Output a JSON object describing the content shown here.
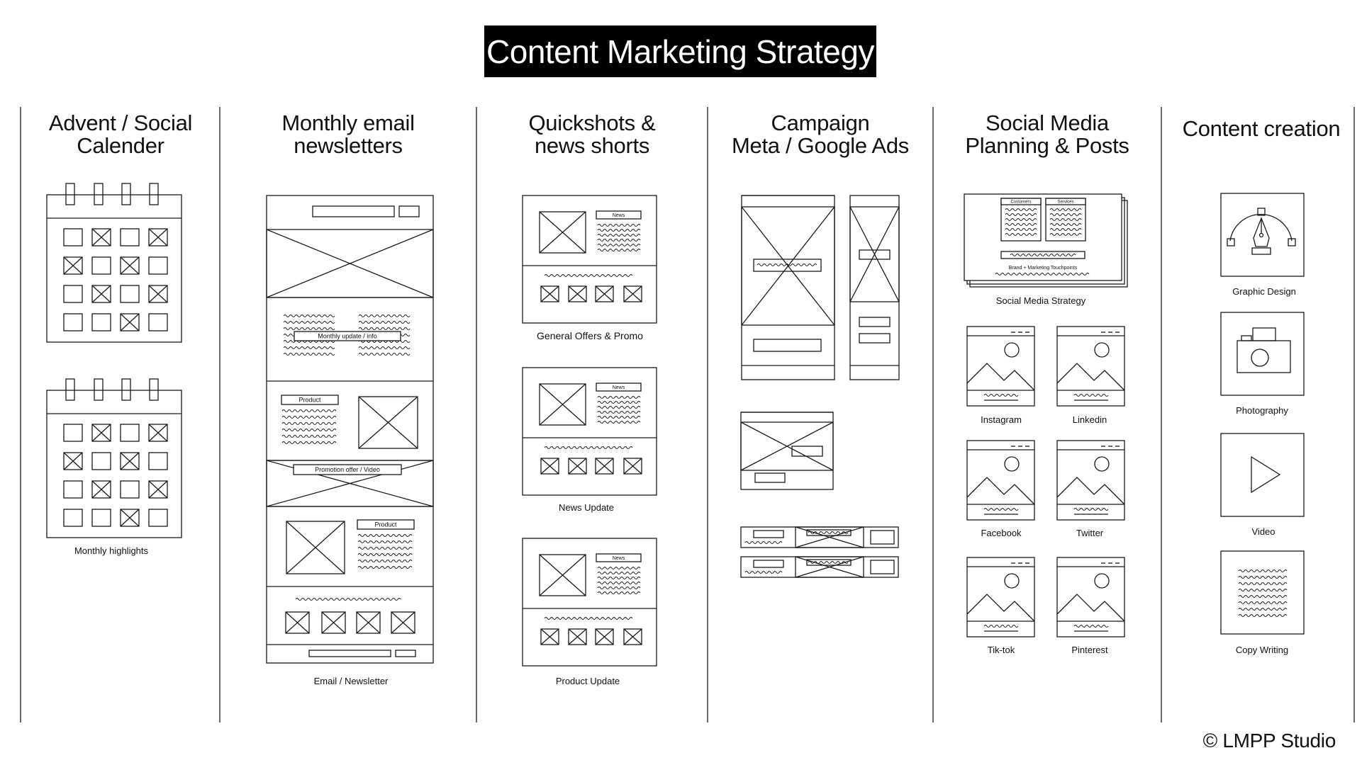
{
  "title": "Content Marketing Strategy",
  "credit": "© LMPP Studio",
  "columns": [
    {
      "heading_1": "Advent / Social",
      "heading_2": "Calender"
    },
    {
      "heading_1": "Monthly email",
      "heading_2": "newsletters"
    },
    {
      "heading_1": "Quickshots &",
      "heading_2": "news shorts"
    },
    {
      "heading_1": "Campaign",
      "heading_2": "Meta / Google Ads"
    },
    {
      "heading_1": "Social Media",
      "heading_2": "Planning & Posts"
    },
    {
      "heading_1": "Content creation",
      "heading_2": ""
    }
  ],
  "calendar": {
    "caption": "Monthly highlights"
  },
  "newsletter": {
    "caption": "Email / Newsletter",
    "monthly_label": "Monthly update / info",
    "product_label": "Product",
    "promo_label": "Promotion offer / Video",
    "product_label_2": "Product"
  },
  "quickshots": {
    "news_label": "News",
    "captions": [
      "General Offers & Promo",
      "News Update",
      "Product Update"
    ]
  },
  "social": {
    "strategy_caption": "Social Media Strategy",
    "customers_label": "Customers",
    "services_label": "Services",
    "brand_label": "Brand + Marketing Touchpoints",
    "platforms": [
      "Instagram",
      "Linkedin",
      "Facebook",
      "Twitter",
      "Tik-tok",
      "Pinterest"
    ]
  },
  "content_creation": {
    "items": [
      "Graphic Design",
      "Photography",
      "Video",
      "Copy Writing"
    ]
  }
}
